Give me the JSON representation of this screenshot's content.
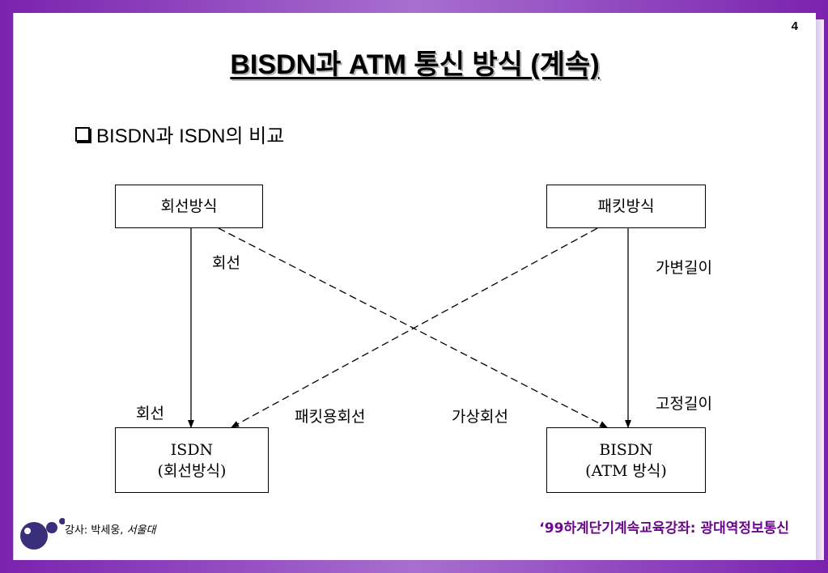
{
  "slide": {
    "page_number": "4",
    "title": "BISDN과 ATM 통신 방식 (계속)",
    "bullet": "BISDN과 ISDN의 비교"
  },
  "diagram": {
    "nodes": {
      "circuit_mode": "회선방식",
      "packet_mode": "패킷방식",
      "isdn_line1": "ISDN",
      "isdn_line2": "(회선방식)",
      "bisdn_line1": "BISDN",
      "bisdn_line2": "(ATM 방식)"
    },
    "edge_labels": {
      "circuit_top": "회선",
      "circuit_bottom": "회선",
      "variable_length": "가변길이",
      "fixed_length": "고정길이",
      "packet_circuit": "패킷용회선",
      "virtual_circuit": "가상회선"
    }
  },
  "footer": {
    "lecturer": "강사: 박세웅, ",
    "organization": "서울대",
    "course": "‘99하계단기계속교육강좌: 광대역정보통신"
  },
  "colors": {
    "frame": "#7a22ae",
    "footer_text": "#6a0a8a",
    "logo": "#3a2f7a"
  }
}
